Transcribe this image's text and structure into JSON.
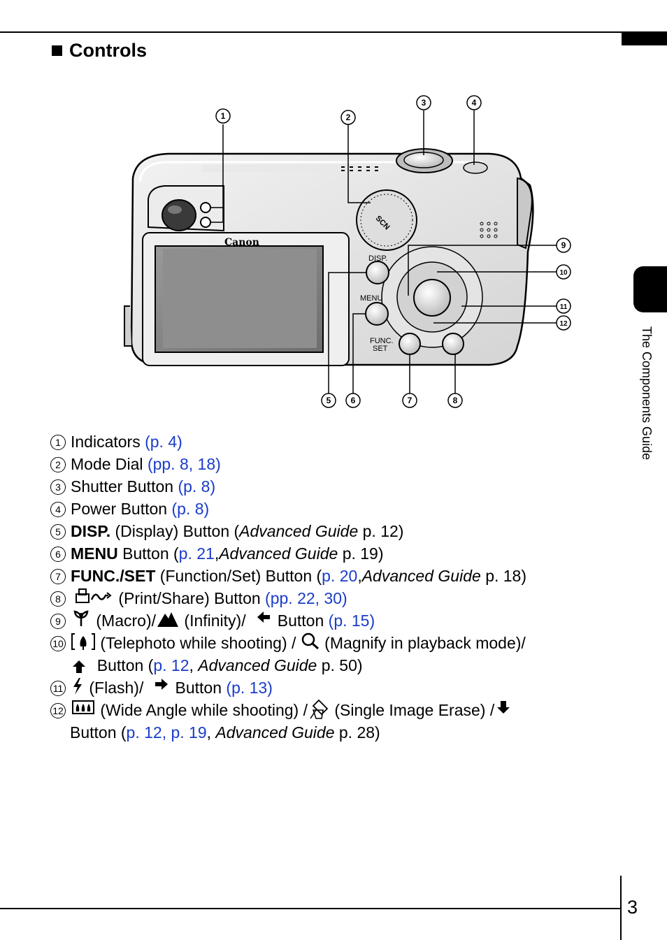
{
  "section": {
    "title": "Controls"
  },
  "side_label": "The Components Guide",
  "page_number": "3",
  "camera": {
    "brand": "Canon",
    "labels": {
      "disp": "DISP.",
      "menu": "MENU",
      "func": "FUNC.",
      "set": "SET"
    },
    "callouts": [
      "1",
      "2",
      "3",
      "4",
      "5",
      "6",
      "7",
      "8",
      "9",
      "10",
      "11",
      "12"
    ]
  },
  "items": [
    {
      "n": "1",
      "text": "Indicators",
      "link": "(p. 4)"
    },
    {
      "n": "2",
      "text": "Mode Dial",
      "link": "(pp. 8, 18)"
    },
    {
      "n": "3",
      "text": "Shutter Button",
      "link": "(p. 8)"
    },
    {
      "n": "4",
      "text": "Power Button",
      "link": "(p. 8)"
    },
    {
      "n": "5",
      "bold": "DISP.",
      "text": "(Display) Button (",
      "italic": "Advanced Guide",
      "tail": "p. 12)"
    },
    {
      "n": "6",
      "bold": "MENU",
      "text": "Button (",
      "link": "p. 21",
      "sep": ", ",
      "italic": "Advanced Guide",
      "tail": "p. 19)"
    },
    {
      "n": "7",
      "bold": "FUNC./SET",
      "text": "(Function/Set) Button (",
      "link": "p. 20",
      "sep": ", ",
      "italic": "Advanced Guide",
      "tail": "p. 18)"
    },
    {
      "n": "8",
      "text": "(Print/Share) Button",
      "link": "(pp. 22, 30)"
    },
    {
      "n": "9",
      "a": "(Macro)/",
      "b": "(Infinity)/",
      "c": "Button",
      "link": "(p. 15)"
    },
    {
      "n": "10",
      "a": "(Telephoto while shooting) /",
      "b": "(Magnify in playback mode)/",
      "c": "Button (",
      "link": "p. 12",
      "sep": ", ",
      "italic": "Advanced Guide",
      "tail": "p. 50)"
    },
    {
      "n": "11",
      "a": "(Flash)/",
      "c": "Button",
      "link": "(p. 13)"
    },
    {
      "n": "12",
      "a": "(Wide Angle while shooting) /",
      "b": "(Single Image Erase) /",
      "c": "Button (",
      "link": "p. 12, p. 19",
      "sep": ", ",
      "italic": "Advanced Guide",
      "tail": "p. 28)"
    }
  ]
}
